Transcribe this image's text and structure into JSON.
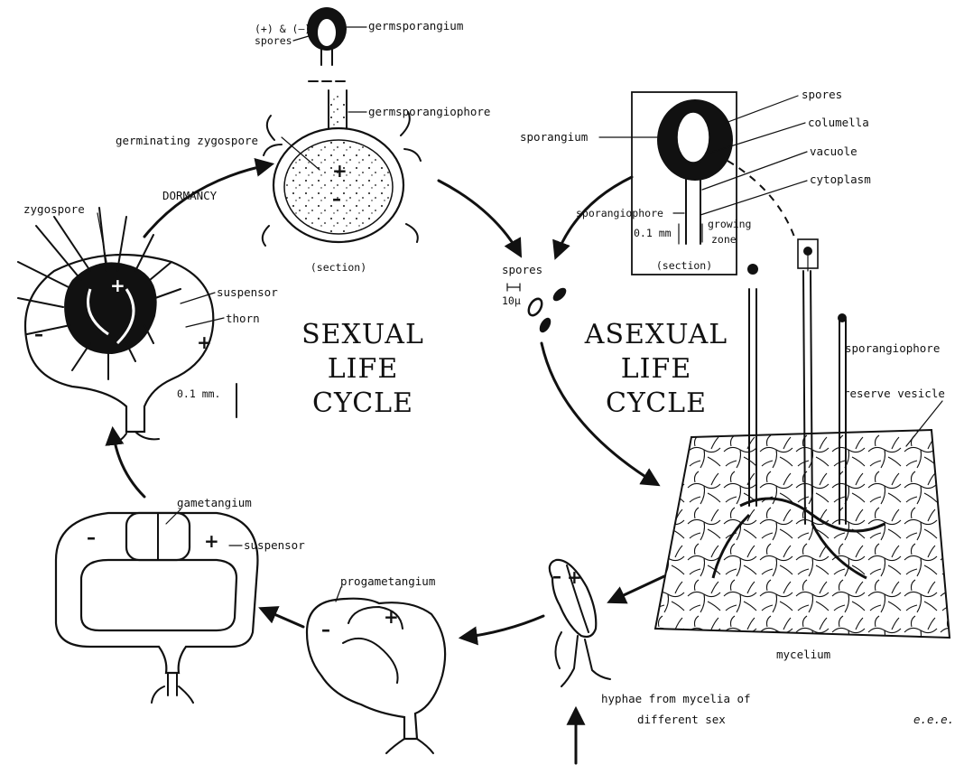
{
  "titles": {
    "sexual": [
      "SEXUAL",
      "LIFE",
      "CYCLE"
    ],
    "asexual": [
      "ASEXUAL",
      "LIFE",
      "CYCLE"
    ]
  },
  "labels": {
    "plus_minus_spores_1": "(+) & (–)",
    "plus_minus_spores_2": "spores",
    "germsporangium": "germsporangium",
    "germsporangiophore": "germsporangiophore",
    "germinating_zygospore": "germinating zygospore",
    "dormancy": "DORMANCY",
    "section_1": "(section)",
    "zygospore": "zygospore",
    "suspensor_1": "suspensor",
    "thorn": "thorn",
    "scale_01mm_1": "0.1 mm.",
    "gametangium": "gametangium",
    "suspensor_2": "suspensor",
    "progametangium": "progametangium",
    "sporangium": "sporangium",
    "spores_top": "spores",
    "columella": "columella",
    "vacuole": "vacuole",
    "cytoplasm": "cytoplasm",
    "sporangiophore_box": "sporangiophore",
    "growing_zone_1": "growing",
    "growing_zone_2": "zone",
    "scale_01mm_2": "0.1 mm",
    "section_2": "(section)",
    "spores_mid": "spores",
    "ten_micron": "10μ",
    "sporangiophore_right": "sporangiophore",
    "reserve_vesicle": "reserve vesicle",
    "mycelium": "mycelium",
    "hyphae_1": "hyphae from mycelia of",
    "hyphae_2": "different sex",
    "initials": "e.e.e."
  },
  "signs": {
    "plus": "+",
    "minus": "–"
  }
}
